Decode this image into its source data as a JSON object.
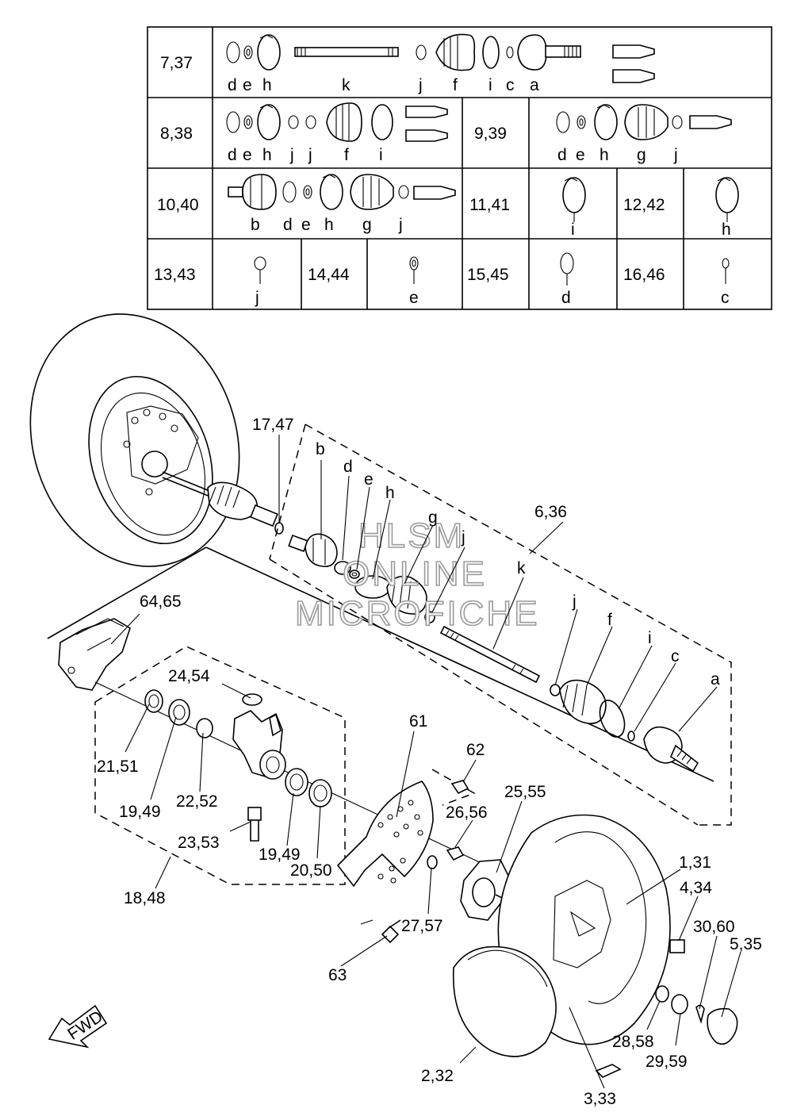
{
  "table": {
    "rows": [
      {
        "cells": [
          {
            "ref": "7,37",
            "letters": [
              "d",
              "e",
              "h",
              "k",
              "j",
              "f",
              "i",
              "c",
              "a"
            ]
          }
        ]
      },
      {
        "cells": [
          {
            "ref": "8,38",
            "letters": [
              "d",
              "e",
              "h",
              "j",
              "j",
              "f",
              "i"
            ]
          },
          {
            "ref": "9,39",
            "letters": [
              "d",
              "e",
              "h",
              "g",
              "j"
            ]
          }
        ]
      },
      {
        "cells": [
          {
            "ref": "10,40",
            "letters": [
              "b",
              "d",
              "e",
              "h",
              "g",
              "j"
            ]
          },
          {
            "ref": "11,41",
            "letters": [
              "i"
            ]
          },
          {
            "ref": "12,42",
            "letters": [
              "h"
            ]
          }
        ]
      },
      {
        "cells": [
          {
            "ref": "13,43",
            "letters": [
              "j"
            ]
          },
          {
            "ref": "14,44",
            "letters": [
              "e"
            ]
          },
          {
            "ref": "15,45",
            "letters": [
              "d"
            ]
          },
          {
            "ref": "16,46",
            "letters": [
              "c"
            ]
          }
        ]
      }
    ]
  },
  "callouts": {
    "p17": "17,47",
    "b": "b",
    "d": "d",
    "e": "e",
    "h": "h",
    "g": "g",
    "j1": "j",
    "p6": "6,36",
    "k": "k",
    "j2": "j",
    "f": "f",
    "i": "i",
    "c": "c",
    "a": "a",
    "p64": "64,65",
    "p24": "24,54",
    "p21": "21,51",
    "p19a": "19,49",
    "p22": "22,52",
    "p23": "23,53",
    "p19b": "19,49",
    "p20": "20,50",
    "p18": "18,48",
    "p61": "61",
    "p62": "62",
    "p25": "25,55",
    "p26": "26,56",
    "p27": "27,57",
    "p63": "63",
    "p1": "1,31",
    "p4": "4,34",
    "p30": "30,60",
    "p5": "5,35",
    "p28": "28,58",
    "p29": "29,59",
    "p2": "2,32",
    "p3": "3,33"
  },
  "watermark": [
    "HLSM",
    "ONLINE",
    "MICROFICHE"
  ],
  "fwd_label": "FWD"
}
